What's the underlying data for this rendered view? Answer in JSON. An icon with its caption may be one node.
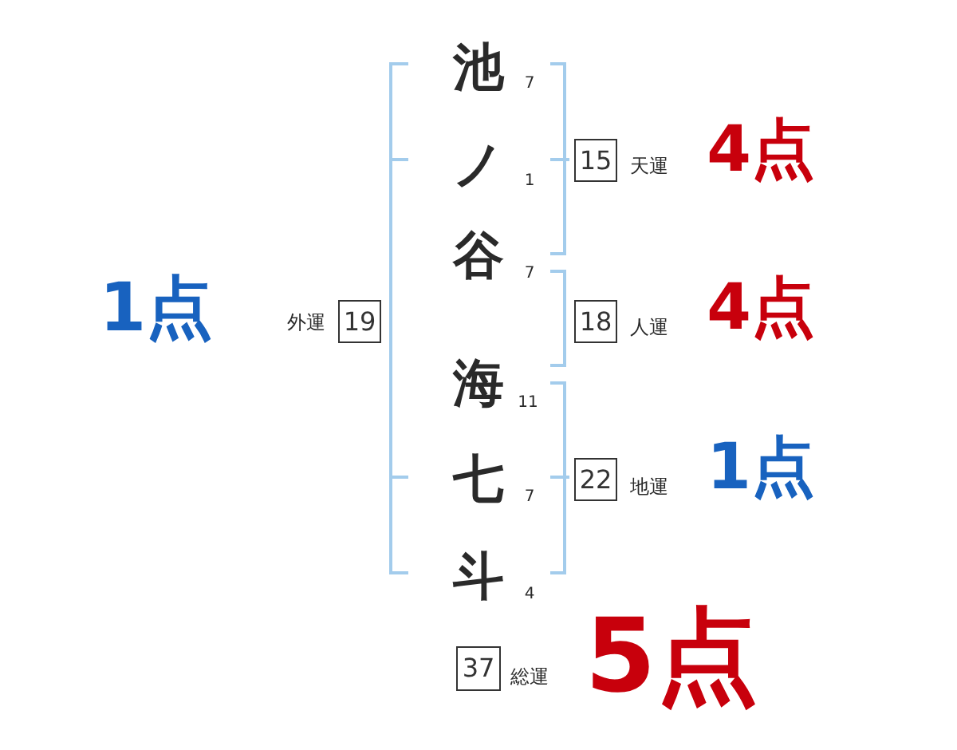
{
  "diagram": {
    "nodes": [
      {
        "text": [
          "15"
        ],
        "beside": [
          "天運",
          "4点"
        ]
      },
      {
        "text": [
          "19"
        ],
        "beside": [
          "外運",
          "1点"
        ]
      },
      {
        "text": [
          "18"
        ],
        "beside": [
          "人運",
          "4点"
        ]
      },
      {
        "text": [
          "22"
        ],
        "beside": [
          "地運",
          "1点"
        ]
      },
      {
        "text": [
          "37"
        ],
        "beside": [
          "総運",
          "5点"
        ]
      }
    ],
    "labels": [
      "池",
      "7",
      "ノ",
      "1",
      "谷",
      "7",
      "海",
      "11",
      "七",
      "7",
      "斗",
      "4"
    ]
  }
}
